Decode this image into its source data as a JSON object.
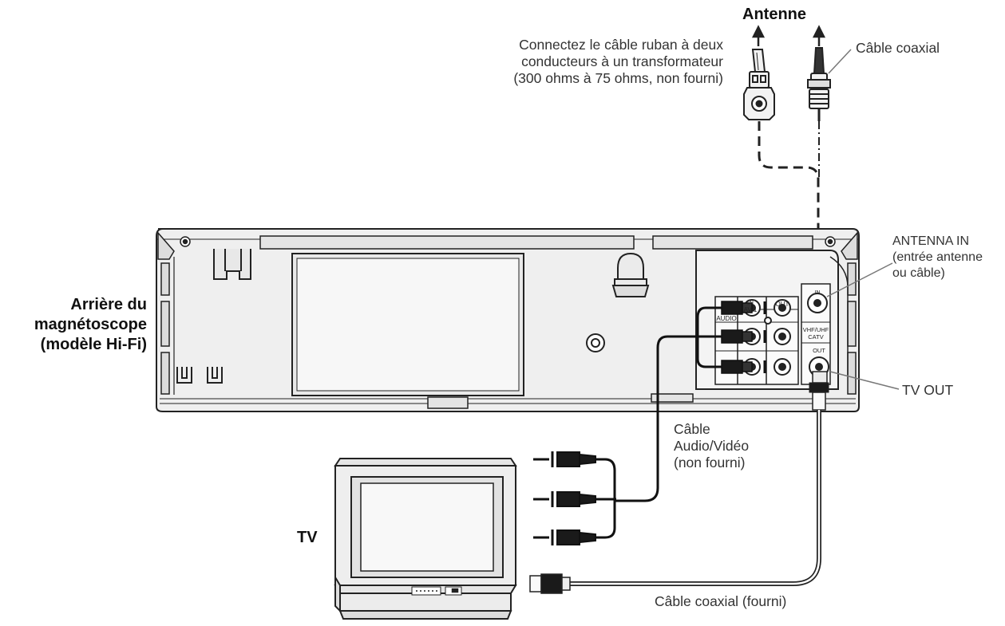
{
  "labels": {
    "antenne": "Antenne",
    "twin_lead": [
      "Connectez le câble ruban à deux",
      "conducteurs à un transformateur",
      "(300 ohms à 75 ohms, non fourni)"
    ],
    "coax_top": "Câble coaxial",
    "vcr_rear": [
      "Arrière du",
      "magnétoscope",
      "(modèle Hi-Fi)"
    ],
    "antenna_in": [
      "ANTENNA IN",
      "(entrée antenne",
      "ou câble)"
    ],
    "tv_out": "TV OUT",
    "av_cable": [
      "Câble",
      "Audio/Vidéo",
      "(non fourni)"
    ],
    "tv": "TV",
    "coax_bottom": "Câble coaxial (fourni)"
  },
  "panel_text": {
    "in_av1": [
      "IN",
      "AV-1"
    ],
    "out": "OUT",
    "audio": "AUDIO",
    "vhf_uhf": [
      "VHF/UHF",
      "CATV"
    ],
    "rf_out": "OUT",
    "rf_in": "IN"
  },
  "colors": {
    "line": "#222222",
    "panel_fill": "#f4f4f4",
    "body_fill": "#efefef",
    "screen_fill": "#e9e9e9",
    "cable": "#1a1a1a"
  }
}
